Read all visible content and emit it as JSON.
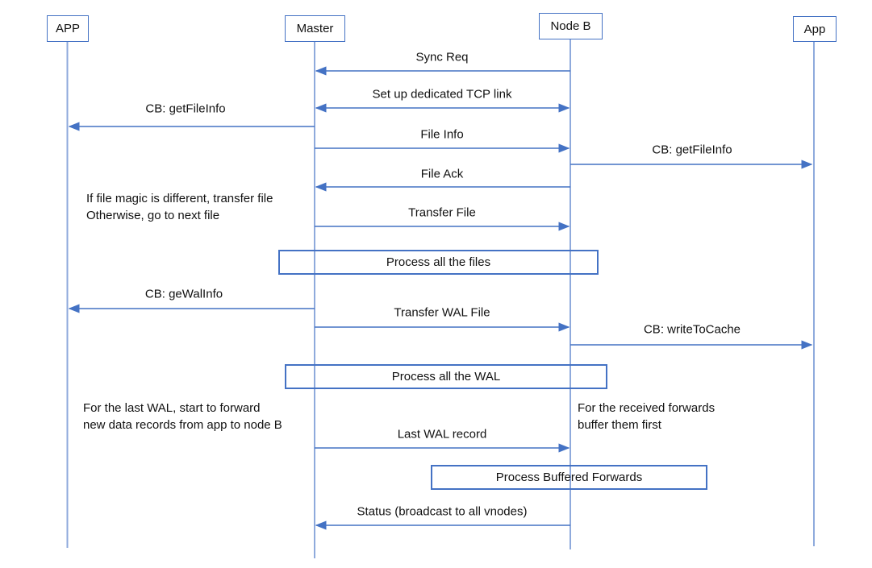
{
  "diagram": {
    "type": "sequence-diagram",
    "actors": [
      {
        "id": "app-left",
        "label": "APP"
      },
      {
        "id": "master",
        "label": "Master"
      },
      {
        "id": "node-b",
        "label": "Node B"
      },
      {
        "id": "app-right",
        "label": "App"
      }
    ],
    "messages": [
      {
        "label": "Sync Req",
        "from": "Node B",
        "to": "Master",
        "direction": "left"
      },
      {
        "label": "Set up dedicated TCP link",
        "from": "Master",
        "to": "Node B",
        "direction": "both"
      },
      {
        "label": "CB: getFileInfo",
        "from": "Master",
        "to": "APP",
        "direction": "left"
      },
      {
        "label": "File Info",
        "from": "Master",
        "to": "Node B",
        "direction": "right"
      },
      {
        "label": "CB: getFileInfo",
        "from": "Node B",
        "to": "App",
        "direction": "right"
      },
      {
        "label": "File Ack",
        "from": "Node B",
        "to": "Master",
        "direction": "left"
      },
      {
        "label": "Transfer File",
        "from": "Master",
        "to": "Node B",
        "direction": "right"
      },
      {
        "label": "CB: geWalInfo",
        "from": "Master",
        "to": "APP",
        "direction": "left"
      },
      {
        "label": "Transfer WAL File",
        "from": "Master",
        "to": "Node B",
        "direction": "right"
      },
      {
        "label": "CB: writeToCache",
        "from": "Node B",
        "to": "App",
        "direction": "right"
      },
      {
        "label": "Last WAL record",
        "from": "Master",
        "to": "Node B",
        "direction": "right"
      },
      {
        "label": "Status (broadcast to all vnodes)",
        "from": "Node B",
        "to": "Master",
        "direction": "left"
      }
    ],
    "process_boxes": [
      {
        "label": "Process all the files"
      },
      {
        "label": "Process all the WAL"
      },
      {
        "label": "Process Buffered Forwards"
      }
    ],
    "notes": [
      {
        "lines": [
          "If file magic is different, transfer file",
          "Otherwise, go to next file"
        ]
      },
      {
        "lines": [
          "For the last WAL, start to forward",
          "new data records from app to node B"
        ]
      },
      {
        "lines": [
          "For the received forwards",
          "buffer them first"
        ]
      }
    ],
    "colors": {
      "accent": "#4472C4",
      "lifeline": "#8FAADC",
      "text": "#111111",
      "background": "#ffffff"
    }
  }
}
